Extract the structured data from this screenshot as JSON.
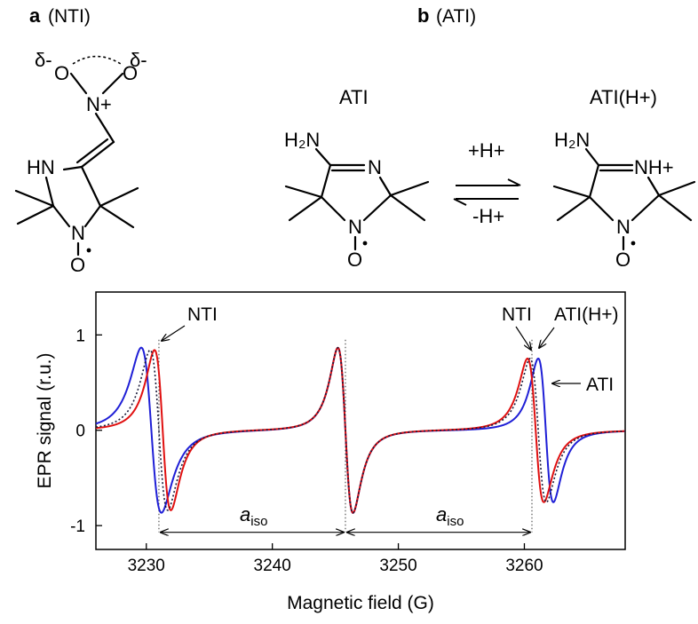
{
  "panel_a": {
    "letter": "a",
    "title": "(NTI)",
    "atoms": {
      "delta_left": "δ-",
      "delta_right": "δ-",
      "o_left": "O",
      "o_right": "O",
      "n_plus": "N+",
      "hn": "HN",
      "n_ring": "N",
      "o_bottom": "O"
    }
  },
  "panel_b": {
    "letter": "b",
    "title": "(ATI)",
    "mol_left_title": "ATI",
    "mol_right_title": "ATI(H+)",
    "atoms": {
      "h2n_left": "H₂N",
      "n_imine_left": "N",
      "n_ring_left": "N",
      "o_left": "O",
      "h2n_right": "H₂N",
      "nh_plus_right": "NH+",
      "n_ring_right": "N",
      "o_right": "O"
    },
    "equilibrium": {
      "forward": "+H+",
      "reverse": "-H+"
    }
  },
  "colors": {
    "blue": "#1f1fd6",
    "red": "#e01010",
    "dotted": "#1a1a3a",
    "axis": "#000000"
  },
  "chart_data": {
    "type": "line",
    "xlabel": "Magnetic field (G)",
    "ylabel": "EPR signal (r.u.)",
    "xlim": [
      3226,
      3268
    ],
    "ylim": [
      -1.25,
      1.45
    ],
    "xticks": [
      3230,
      3240,
      3250,
      3260
    ],
    "yticks": [
      -1,
      0,
      1
    ],
    "grid": false,
    "series": [
      {
        "color": "blue",
        "style": "solid",
        "lines": [
          {
            "center": 3230.4,
            "halfwidth": 0.8,
            "amplitude": 1.0,
            "base": 0
          },
          {
            "center": 3245.8,
            "halfwidth": 0.6,
            "amplitude": 1.0,
            "base": 0
          },
          {
            "center": 3261.7,
            "halfwidth": 0.6,
            "amplitude": 0.87,
            "base": 0
          }
        ]
      },
      {
        "color": "red",
        "style": "solid",
        "lines": [
          {
            "center": 3231.3,
            "halfwidth": 0.65,
            "amplitude": 0.97,
            "base": 0
          },
          {
            "center": 3245.8,
            "halfwidth": 0.6,
            "amplitude": 1.0,
            "base": 0
          },
          {
            "center": 3260.9,
            "halfwidth": 0.65,
            "amplitude": 0.87,
            "base": 0
          }
        ]
      },
      {
        "color": "dotted",
        "style": "dotted",
        "lines": [
          {
            "center": 3231.0,
            "halfwidth": 0.7,
            "amplitude": 0.97,
            "base": 0
          },
          {
            "center": 3245.8,
            "halfwidth": 0.6,
            "amplitude": 1.0,
            "base": 0
          },
          {
            "center": 3261.1,
            "halfwidth": 0.65,
            "amplitude": 0.87,
            "base": 0
          }
        ]
      }
    ],
    "annotations": {
      "nti_left": "NTI",
      "nti_right": "NTI",
      "ati_h": "ATI(H+)",
      "ati": "ATI",
      "aiso_main": "a",
      "aiso_sub": "iso"
    },
    "reference_lines": [
      3231.0,
      3245.8,
      3260.6
    ]
  }
}
